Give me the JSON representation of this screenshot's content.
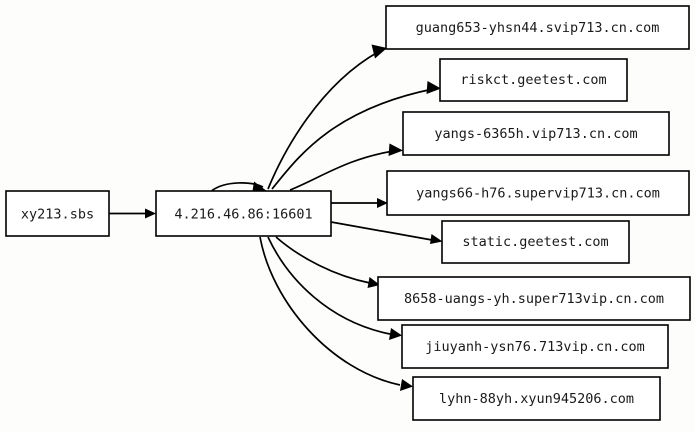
{
  "graph": {
    "background_color": "#fdfdfb",
    "node_fill": "#ffffff",
    "node_stroke": "#000000",
    "edge_color": "#000000",
    "source": {
      "id": "source",
      "label": "xy213.sbs"
    },
    "hub": {
      "id": "hub",
      "label": "4.216.46.86:16601"
    },
    "targets": [
      {
        "id": "t1",
        "label": "guang653-yhsn44.svip713.cn.com"
      },
      {
        "id": "t2",
        "label": "riskct.geetest.com"
      },
      {
        "id": "t3",
        "label": "yangs-6365h.vip713.cn.com"
      },
      {
        "id": "t4",
        "label": "yangs66-h76.supervip713.cn.com"
      },
      {
        "id": "t5",
        "label": "static.geetest.com"
      },
      {
        "id": "t6",
        "label": "8658-uangs-yh.super713vip.cn.com"
      },
      {
        "id": "t7",
        "label": "jiuyanh-ysn76.713vip.cn.com"
      },
      {
        "id": "t8",
        "label": "lyhn-88yh.xyun945206.com"
      }
    ]
  }
}
